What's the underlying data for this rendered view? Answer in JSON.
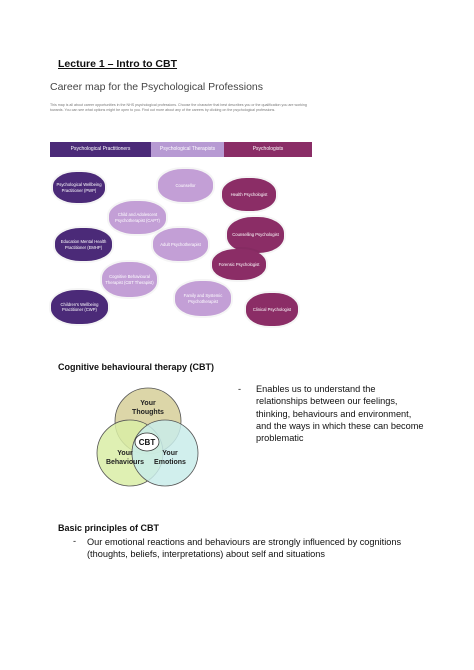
{
  "document": {
    "lecture_title": "Lecture 1 – Intro to CBT",
    "career_map": {
      "title": "Career map for the Psychological Professions",
      "description": "This map is all about career opportunities in the NHS psychological professions. Choose the character that best describes you or the qualification you are working towards. You can see what options might be open to you. Find out more about any of the careers by clicking on the psychological professions.",
      "tabs": [
        "Psychological Practitioners",
        "Psychological Therapists",
        "Psychologists"
      ],
      "roles": [
        "Psychological Wellbeing Practitioner (PWP)",
        "Counsellor",
        "Health Psychologist",
        "Child and Adolescent Psychotherapist (CAPT)",
        "Education Mental Health Practitioner (EMHP)",
        "Counselling Psychologist",
        "Adult Psychotherapist",
        "Forensic Psychologist",
        "Cognitive Behavioural Therapist (CBT Therapist)",
        "Children's Wellbeing Practitioner (CWP)",
        "Family and Systemic Psychotherapist",
        "Clinical Psychologist"
      ],
      "colors": {
        "practitioners": "#4b2a78",
        "therapists": "#c39fd6",
        "psychologists": "#8b2d66"
      }
    },
    "cbt_section": {
      "heading": "Cognitive behavioural therapy (CBT)",
      "venn": {
        "center": "CBT",
        "thoughts": [
          "Your",
          "Thoughts"
        ],
        "behaviours": [
          "Your",
          "Behaviours"
        ],
        "emotions": [
          "Your",
          "Emotions"
        ]
      },
      "bullet_dash": "-",
      "bullet_lines": [
        "Enables us to understand the",
        "relationships between our feelings,",
        "thinking, behaviours and environment,",
        "and the ways in which these can become",
        "problematic"
      ]
    },
    "basic_principles": {
      "heading": "Basic principles of CBT",
      "bullet_dash": "-",
      "lines": [
        "Our emotional reactions and behaviours are strongly influenced by cognitions",
        "(thoughts, beliefs, interpretations) about self and situations"
      ]
    }
  }
}
